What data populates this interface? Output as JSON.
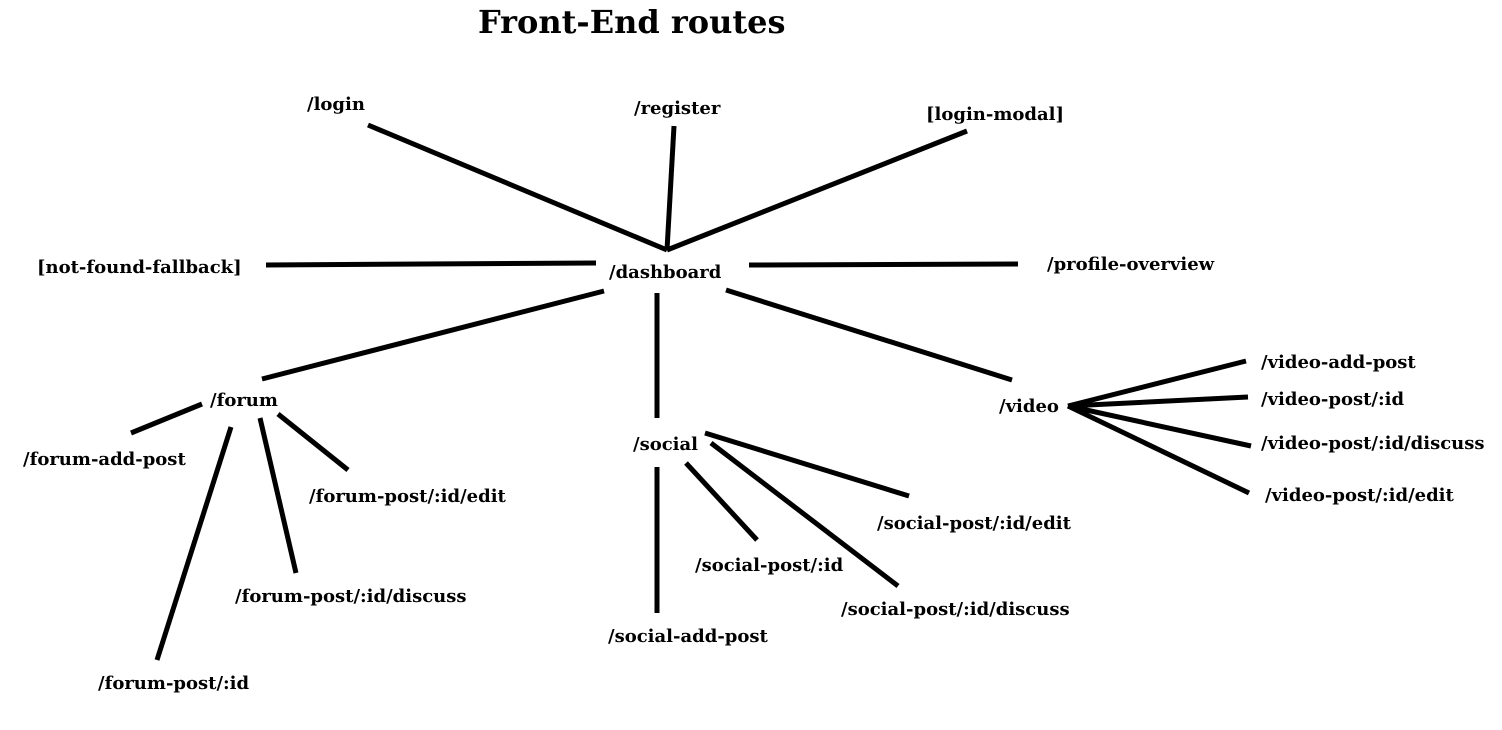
{
  "title": "Front-End routes",
  "nodes": {
    "login": "/login",
    "register": "/register",
    "login_modal": "[login-modal]",
    "not_found_fallback": "[not-found-fallback]",
    "dashboard": "/dashboard",
    "profile_overview": "/profile-overview",
    "forum": "/forum",
    "social": "/social",
    "video": "/video",
    "forum_add_post": "/forum-add-post",
    "forum_post_edit": "/forum-post/:id/edit",
    "forum_post_discuss": "/forum-post/:id/discuss",
    "forum_post_id": "/forum-post/:id",
    "social_post_id": "/social-post/:id",
    "social_post_edit": "/social-post/:id/edit",
    "social_post_discuss": "/social-post/:id/discuss",
    "social_add_post": "/social-add-post",
    "video_add_post": "/video-add-post",
    "video_post_id": "/video-post/:id",
    "video_post_discuss": "/video-post/:id/discuss",
    "video_post_edit": "/video-post/:id/edit"
  },
  "edges": [
    [
      "dashboard",
      "login"
    ],
    [
      "dashboard",
      "register"
    ],
    [
      "dashboard",
      "login_modal"
    ],
    [
      "dashboard",
      "not_found_fallback"
    ],
    [
      "dashboard",
      "profile_overview"
    ],
    [
      "dashboard",
      "forum"
    ],
    [
      "dashboard",
      "social"
    ],
    [
      "dashboard",
      "video"
    ],
    [
      "forum",
      "forum_add_post"
    ],
    [
      "forum",
      "forum_post_edit"
    ],
    [
      "forum",
      "forum_post_discuss"
    ],
    [
      "forum",
      "forum_post_id"
    ],
    [
      "social",
      "social_post_edit"
    ],
    [
      "social",
      "social_post_id"
    ],
    [
      "social",
      "social_post_discuss"
    ],
    [
      "social",
      "social_add_post"
    ],
    [
      "video",
      "video_add_post"
    ],
    [
      "video",
      "video_post_id"
    ],
    [
      "video",
      "video_post_discuss"
    ],
    [
      "video",
      "video_post_edit"
    ]
  ]
}
